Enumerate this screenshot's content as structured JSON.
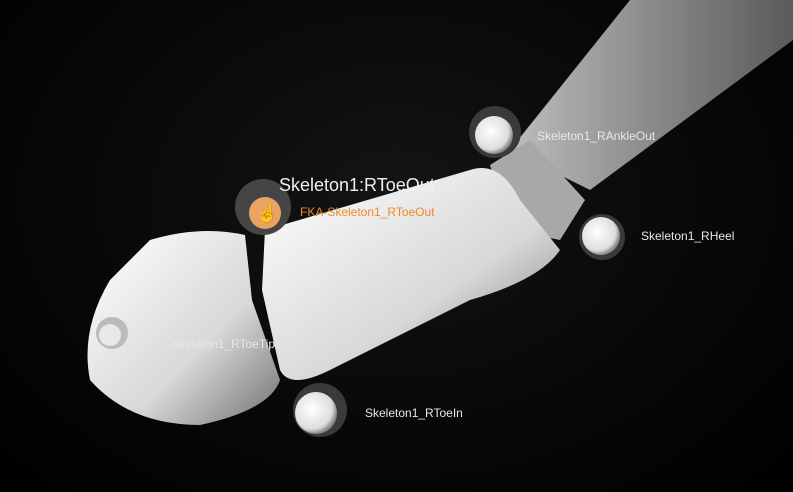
{
  "selected": {
    "title": "Skeleton1:RToeOut",
    "effector": "FKA-Skeleton1_RToeOut"
  },
  "markers": {
    "ankle_out": "Skeleton1_RAnkleOut",
    "heel": "Skeleton1_RHeel",
    "toe_tip": "Skeleton1_RToeTip",
    "toe_in": "Skeleton1_RToeIn"
  },
  "colors": {
    "highlight": "#f08a24",
    "bone": "#e6e6e6",
    "background": "#000000"
  }
}
